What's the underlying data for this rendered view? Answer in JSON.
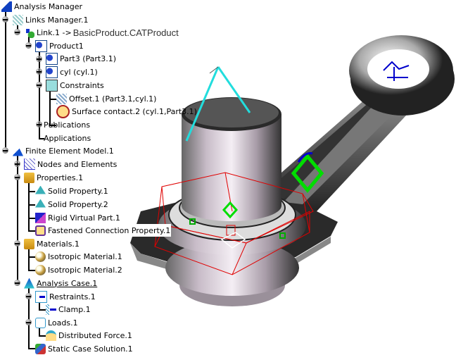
{
  "tree": {
    "root": "Analysis Manager",
    "links_manager": "Links Manager.1",
    "link": "Link.1 ->",
    "link_target": "BasicProduct.CATProduct",
    "product": "Product1",
    "part3": "Part3 (Part3.1)",
    "cyl": "cyl (cyl.1)",
    "constraints": "Constraints",
    "offset": "Offset.1 (Part3.1,cyl.1)",
    "surface_contact": "Surface contact.2 (cyl.1,Part3.1)",
    "publications": "Publications",
    "applications": "Applications",
    "fem": "Finite Element Model.1",
    "nodes": "Nodes and Elements",
    "properties": "Properties.1",
    "solid1": "Solid Property.1",
    "solid2": "Solid Property.2",
    "rigid": "Rigid Virtual Part.1",
    "fastened": "Fastened Connection Property.1",
    "materials": "Materials.1",
    "iso1": "Isotropic Material.1",
    "iso2": "Isotropic Material.2",
    "analysis_case": "Analysis Case.1",
    "restraints": "Restraints.1",
    "clamp": "Clamp.1",
    "loads": "Loads.1",
    "distributed_force": "Distributed Force.1",
    "static_solution": "Static Case Solution.1"
  },
  "colors": {
    "wireframe": "#e00000",
    "load_symbol": "#00dd00",
    "link_line": "#22dddd",
    "restraint": "#0000cc"
  }
}
